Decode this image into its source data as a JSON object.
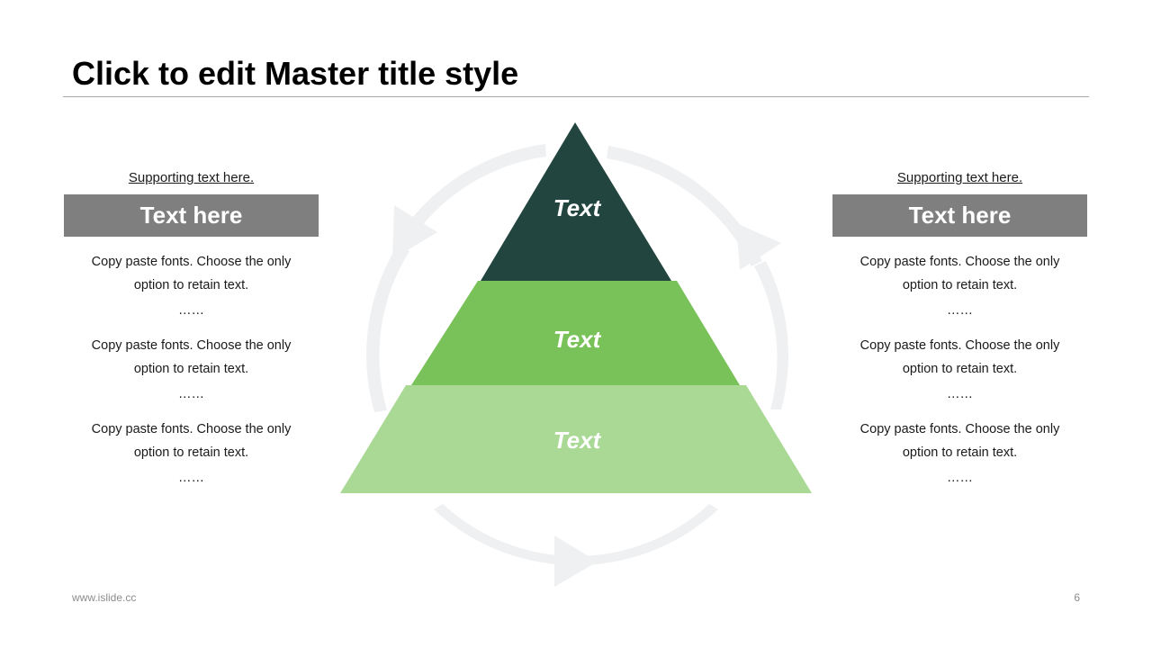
{
  "slide": {
    "title": "Click to edit Master title style",
    "footer_url": "www.islide.cc",
    "page_number": "6"
  },
  "left_panel": {
    "supporting": "Supporting text here.",
    "header": "Text here",
    "items": [
      {
        "line1": "Copy paste fonts. Choose the only",
        "line2": "option to retain text.",
        "dots": "……"
      },
      {
        "line1": "Copy paste fonts. Choose the only",
        "line2": "option to retain text.",
        "dots": "……"
      },
      {
        "line1": "Copy paste fonts. Choose the only",
        "line2": "option to retain text.",
        "dots": "……"
      }
    ]
  },
  "right_panel": {
    "supporting": "Supporting text here.",
    "header": "Text here",
    "items": [
      {
        "line1": "Copy paste fonts. Choose the only",
        "line2": "option to retain text.",
        "dots": "……"
      },
      {
        "line1": "Copy paste fonts. Choose the only",
        "line2": "option to retain text.",
        "dots": "……"
      },
      {
        "line1": "Copy paste fonts. Choose the only",
        "line2": "option to retain text.",
        "dots": "……"
      }
    ]
  },
  "pyramid": {
    "tiers": [
      {
        "label": "Text",
        "color": "#22463f"
      },
      {
        "label": "Text",
        "color": "#79c159"
      },
      {
        "label": "Text",
        "color": "#a9d994"
      }
    ],
    "cycle_arrow_color": "#eff0f2"
  },
  "colors": {
    "header_box": "#7f7f7f",
    "title_rule": "#a6a6a6"
  }
}
